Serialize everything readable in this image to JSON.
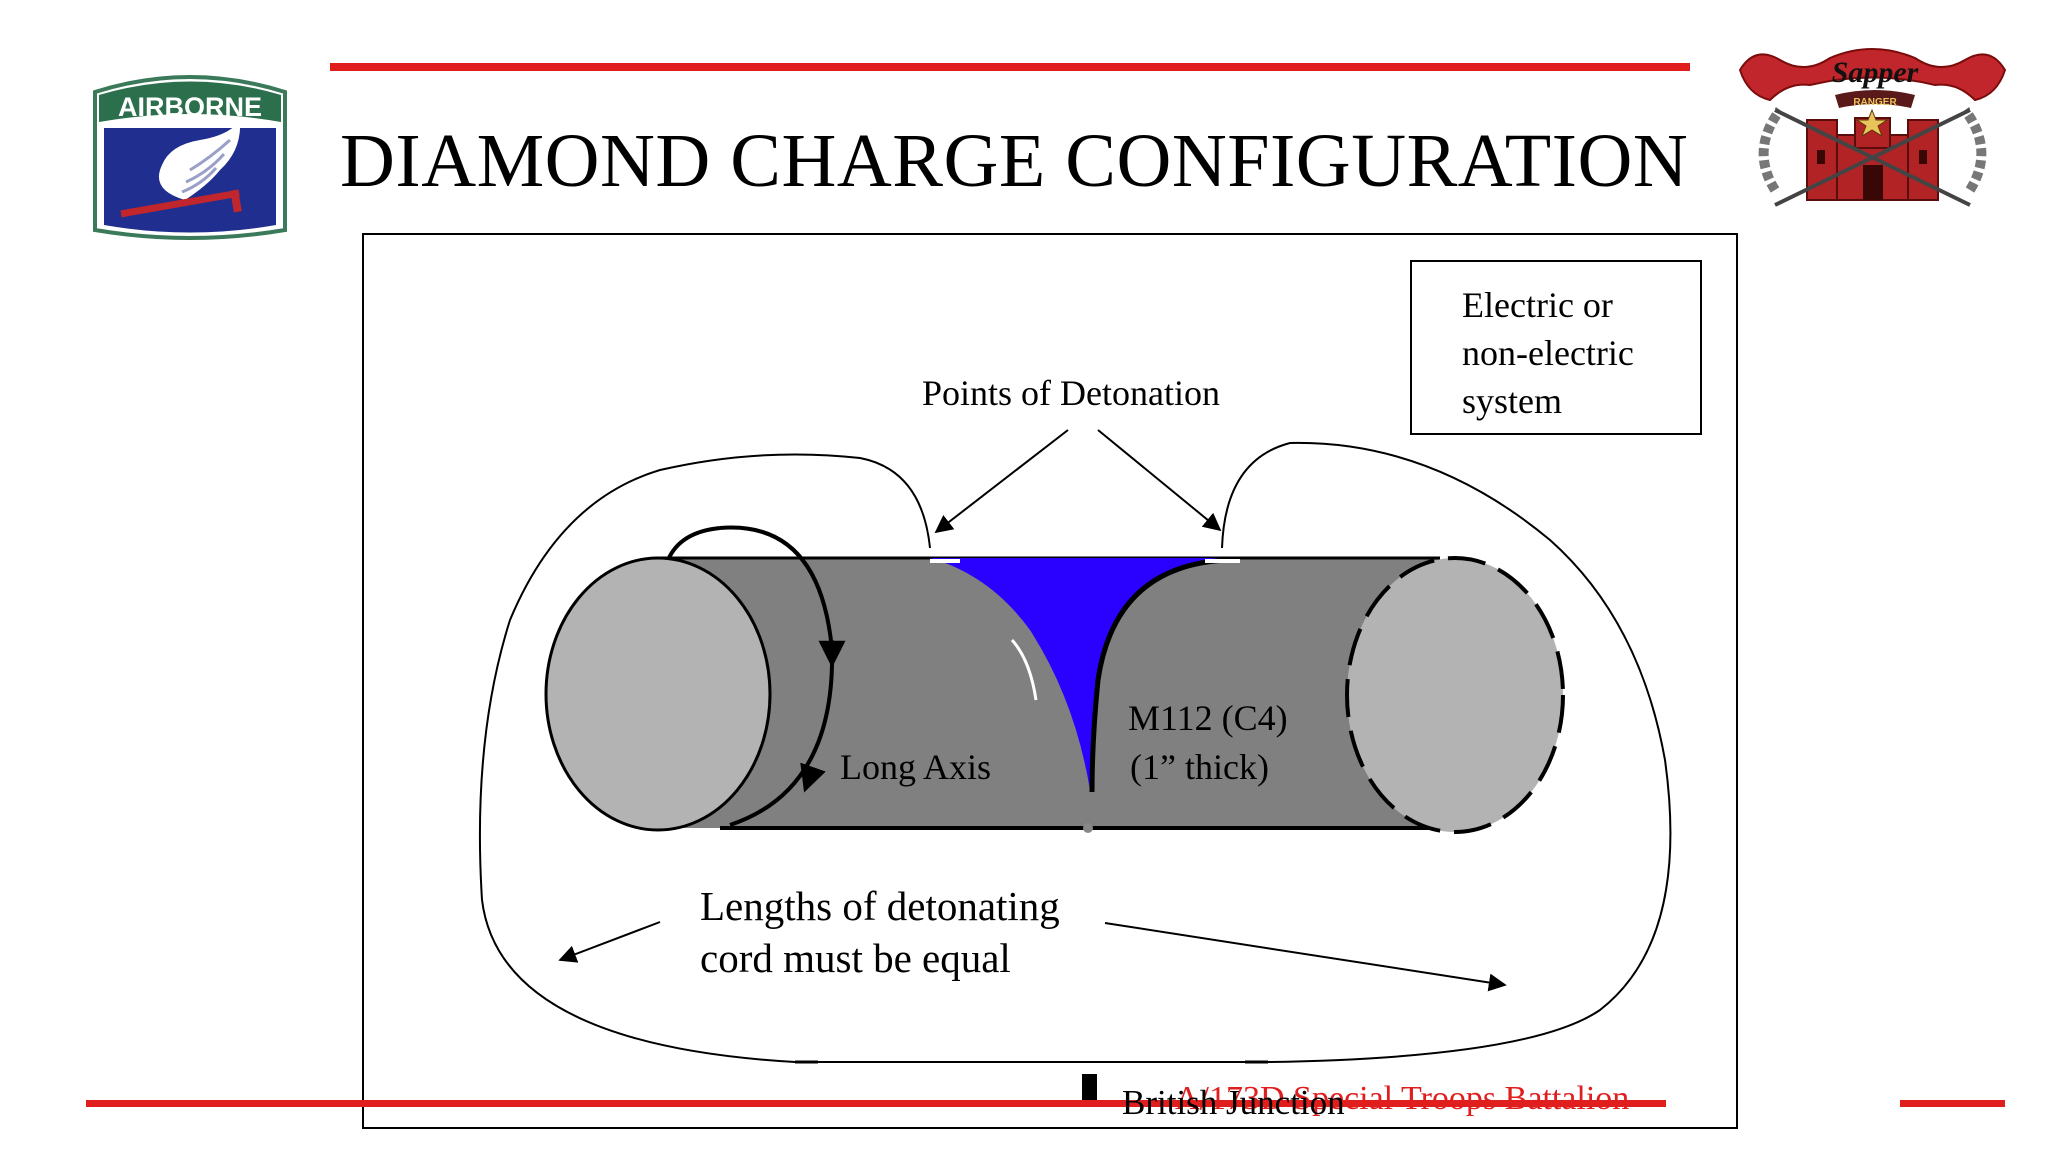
{
  "slide": {
    "title": "DIAMOND CHARGE CONFIGURATION",
    "footer": "A/173D Special Troops Battalion"
  },
  "logos": {
    "left": {
      "text": "AIRBORNE",
      "icon": "airborne-wing-patch"
    },
    "right": {
      "text": "Sapper",
      "sub": "RANGER",
      "icon": "sapper-castle-badge"
    }
  },
  "diagram": {
    "system_box_lines": [
      "Electric or",
      "non-electric",
      "system"
    ],
    "points_label": "Points of Detonation",
    "long_axis_label": "Long Axis",
    "charge_label_line1": "M112 (C4)",
    "charge_label_line2": "(1” thick)",
    "cord_label_line1": "Lengths of detonating",
    "cord_label_line2": "cord must be equal",
    "junction_label": "British Junction"
  },
  "colors": {
    "accent_red": "#e01e1e",
    "charge_blue": "#2a00ff",
    "cylinder_gray": "#808080",
    "cylinder_end": "#b3b3b3",
    "patch_blue": "#1f2e8f",
    "badge_red": "#c0262b"
  }
}
